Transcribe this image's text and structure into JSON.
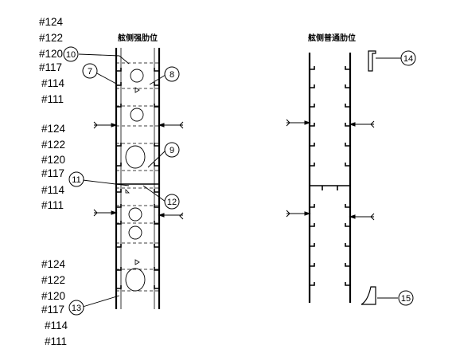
{
  "titles": {
    "strong_frame": "舷侧强肋位",
    "normal_frame": "舷侧普通肋位"
  },
  "frame_tags": {
    "group_1": [
      "#124",
      "#122",
      "#120",
      "#117",
      "#114",
      "#111"
    ],
    "group_2": [
      "#124",
      "#122",
      "#120",
      "#117",
      "#114",
      "#111"
    ],
    "group_3": [
      "#124",
      "#122",
      "#120",
      "#117",
      "#114",
      "#111"
    ]
  },
  "callouts": {
    "c7": "7",
    "c8": "8",
    "c9": "9",
    "c10": "10",
    "c11": "11",
    "c12": "12",
    "c13": "13",
    "c14": "14",
    "c15": "15"
  },
  "colors": {
    "line": "#000000",
    "background": "#ffffff"
  }
}
